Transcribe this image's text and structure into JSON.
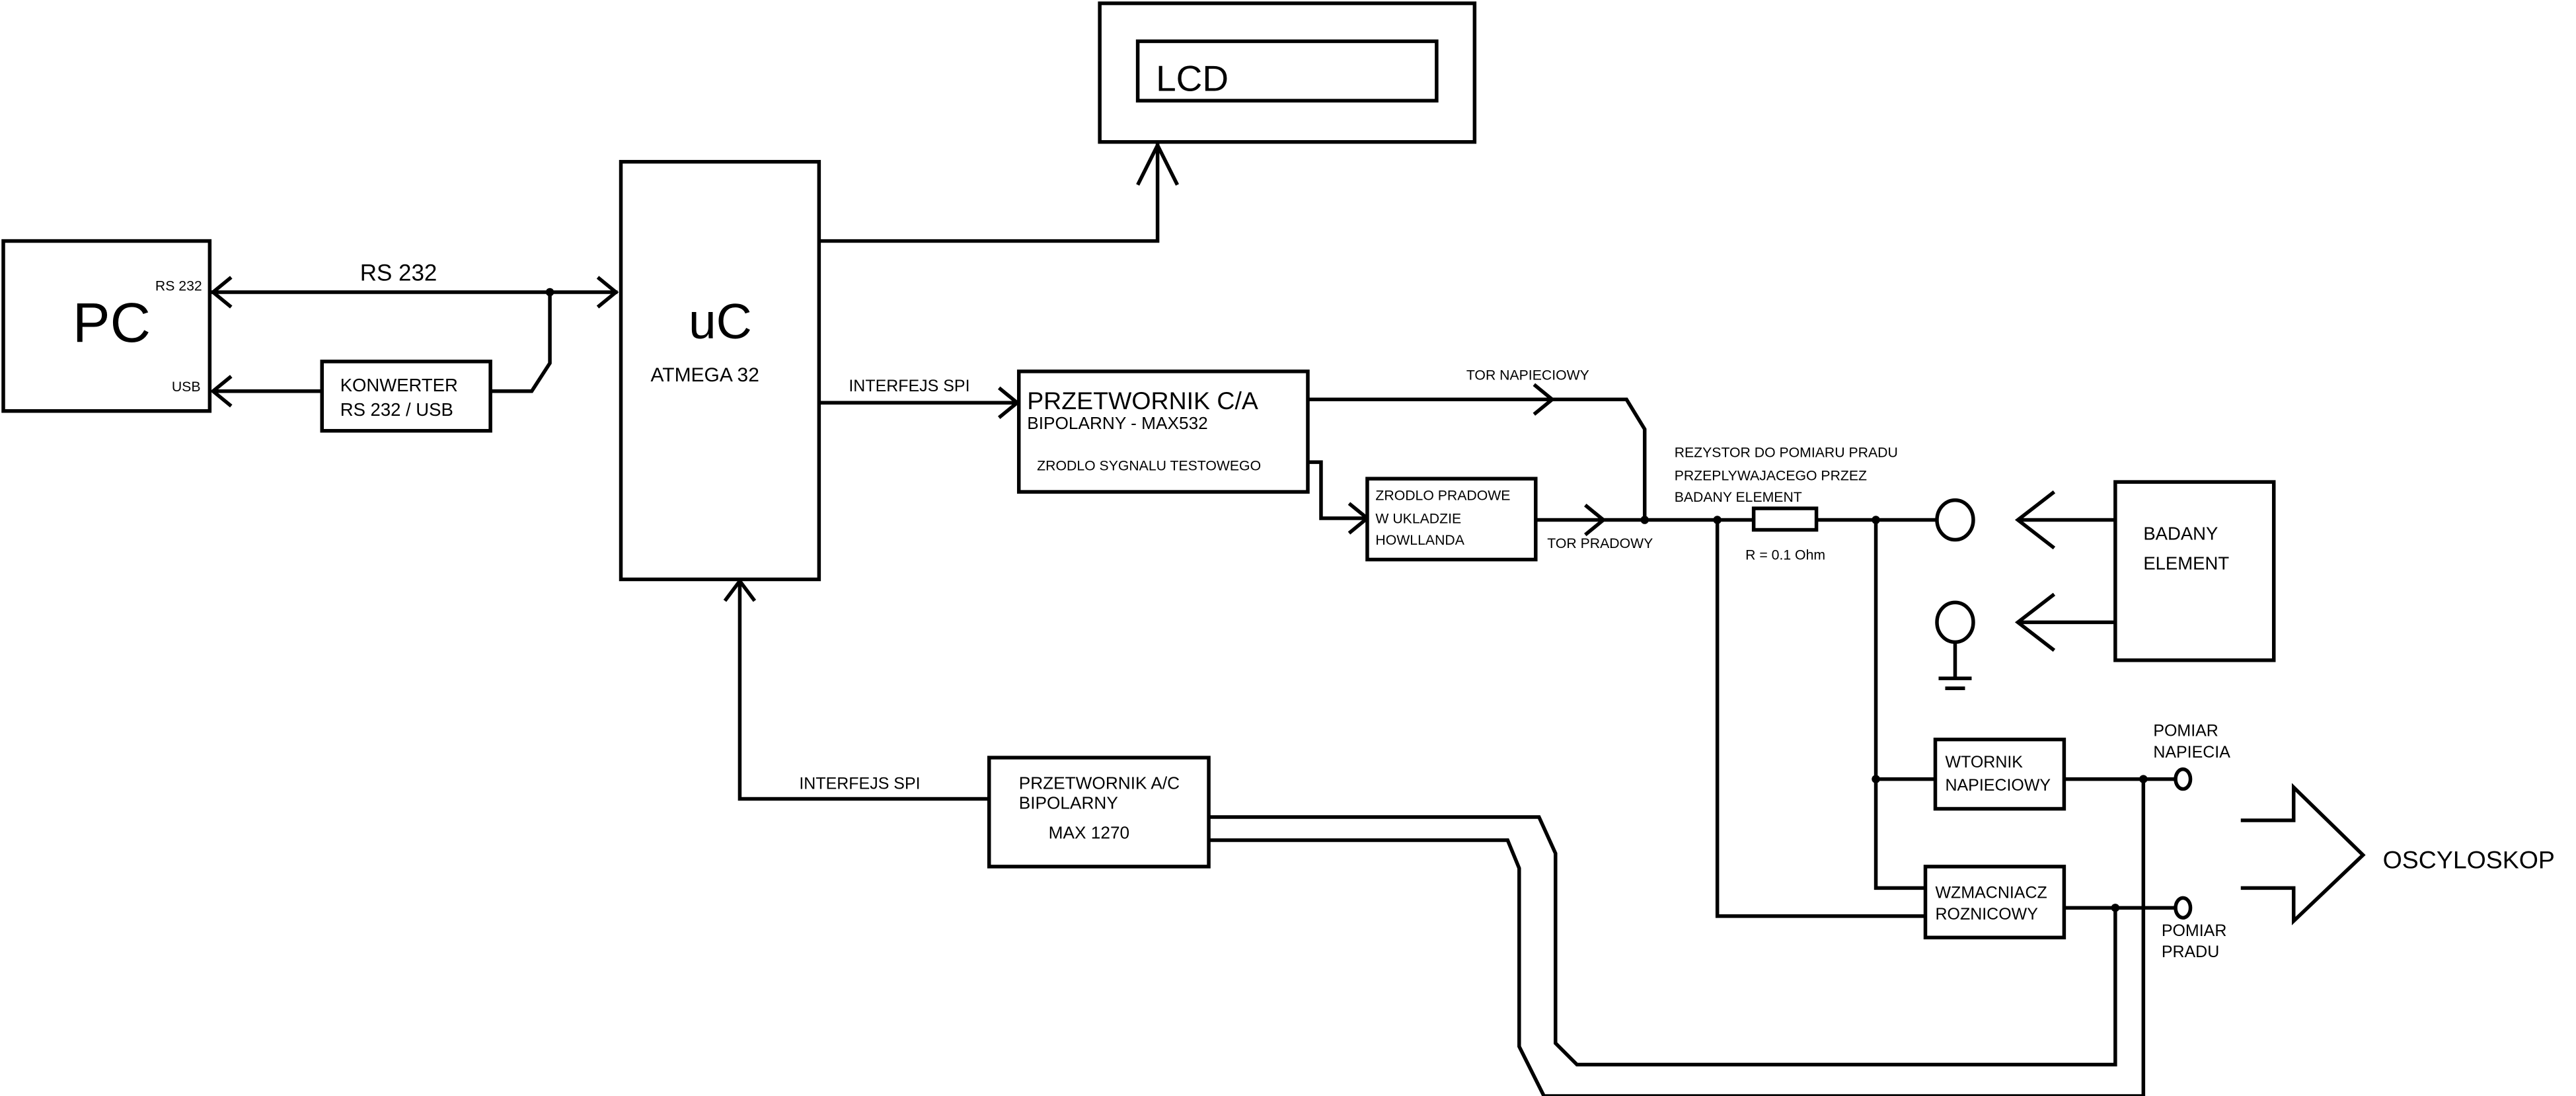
{
  "diagram": {
    "title": "",
    "blocks": {
      "pc": {
        "label": "PC",
        "port_rs232": "RS 232",
        "port_usb": "USB"
      },
      "converter": {
        "line1": "KONWERTER",
        "line2": "RS 232 / USB"
      },
      "uc": {
        "label": "uC",
        "sublabel": "ATMEGA 32"
      },
      "lcd": {
        "label": "LCD"
      },
      "dac": {
        "line1": "PRZETWORNIK C/A",
        "line2": "BIPOLARNY - MAX532",
        "line3": "ZRODLO SYGNALU TESTOWEGO"
      },
      "current_source": {
        "line1": "ZRODLO PRADOWE",
        "line2": "W UKLADZIE",
        "line3": "HOWLLANDA"
      },
      "adc": {
        "line1": "PRZETWORNIK A/C",
        "line2": "BIPOLARNY",
        "line3": "MAX 1270"
      },
      "dut": {
        "line1": "BADANY",
        "line2": "ELEMENT"
      },
      "follower": {
        "line1": "WTORNIK",
        "line2": "NAPIECIOWY"
      },
      "diff_amp": {
        "line1": "WZMACNIACZ",
        "line2": "ROZNICOWY"
      }
    },
    "labels": {
      "rs232_link": "RS 232",
      "spi_dac": "INTERFEJS SPI",
      "spi_adc": "INTERFEJS SPI",
      "voltage_path": "TOR NAPIECIOWY",
      "current_path": "TOR PRADOWY",
      "resistor_desc1": "REZYSTOR DO POMIARU PRADU",
      "resistor_desc2": "PRZEPLYWAJACEGO PRZEZ",
      "resistor_desc3": "BADANY ELEMENT",
      "resistor_value": "R = 0.1 Ohm",
      "voltage_meas1": "POMIAR",
      "voltage_meas2": "NAPIECIA",
      "current_meas1": "POMIAR",
      "current_meas2": "PRADU",
      "oscilloscope": "OSCYLOSKOP"
    }
  }
}
